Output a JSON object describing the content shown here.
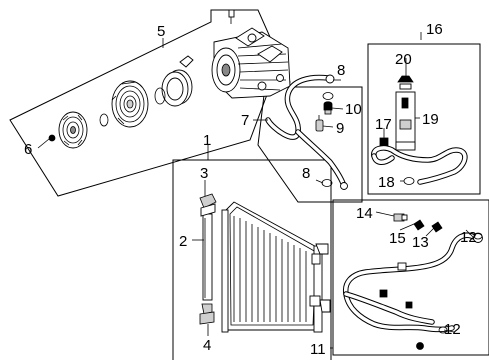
{
  "callouts": {
    "c1": "1",
    "c2": "2",
    "c3": "3",
    "c4": "4",
    "c5": "5",
    "c6": "6",
    "c7": "7",
    "c8a": "8",
    "c8b": "8",
    "c9": "9",
    "c10": "10",
    "c11": "11",
    "c12a": "12",
    "c12b": "12",
    "c13": "13",
    "c14": "14",
    "c15": "15",
    "c16": "16",
    "c17": "17",
    "c18": "18",
    "c19": "19",
    "c20": "20"
  }
}
